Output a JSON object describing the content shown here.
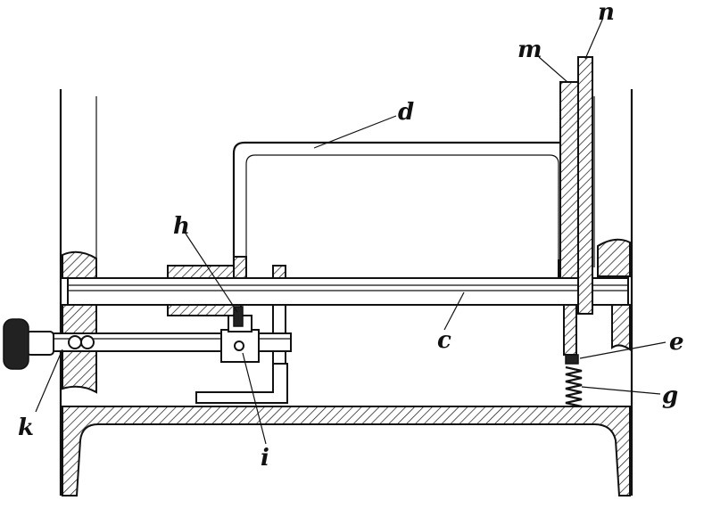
{
  "labels": {
    "n": "n",
    "m": "m",
    "d": "d",
    "h": "h",
    "c": "c",
    "e": "e",
    "g": "g",
    "k": "k",
    "i": "i"
  }
}
